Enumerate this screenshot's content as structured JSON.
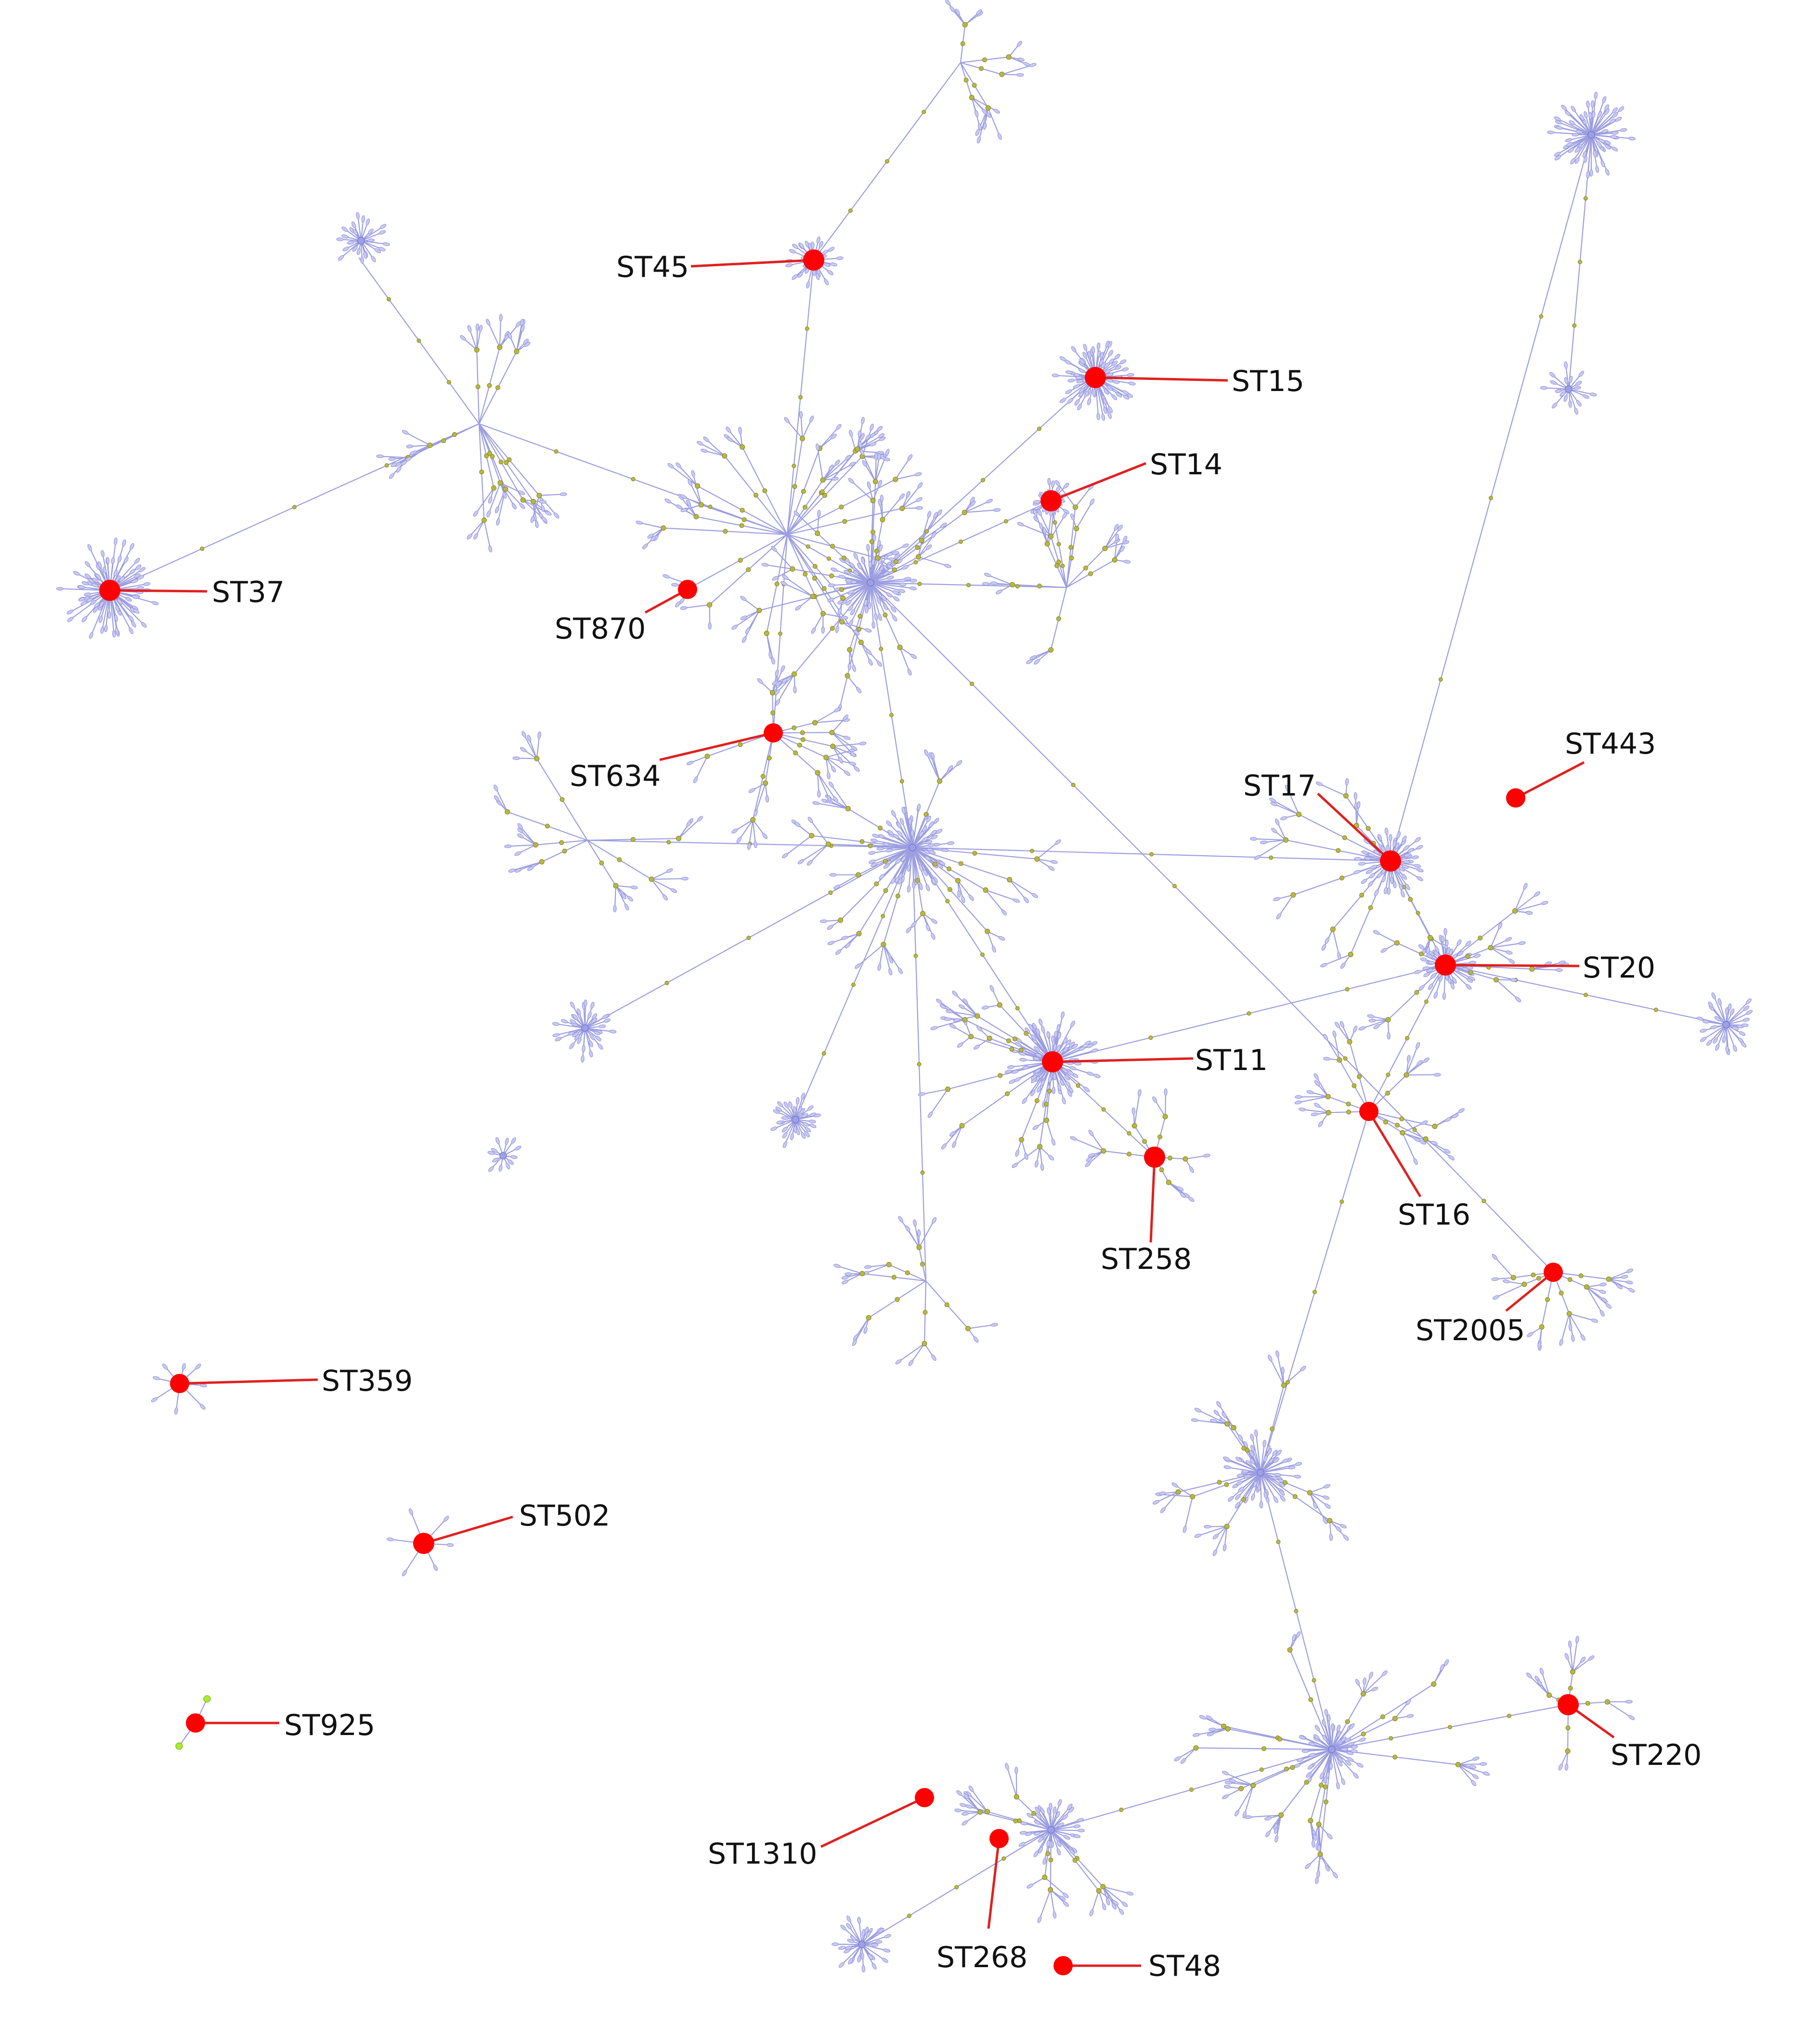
{
  "figure": {
    "background": "#ffffff",
    "colors": {
      "edge": "#9c9ee0",
      "leaf_node": "#c9c9f3",
      "link_node": "#b9b83e",
      "single_node": "#a8ee2a",
      "marker": "#ff0000",
      "callout_line": "#e02020"
    },
    "labels": {
      "st45": "ST45",
      "st15": "ST15",
      "st14": "ST14",
      "st37": "ST37",
      "st870": "ST870",
      "st634": "ST634",
      "st17": "ST17",
      "st443": "ST443",
      "st20": "ST20",
      "st11": "ST11",
      "st258": "ST258",
      "st16": "ST16",
      "st2005": "ST2005",
      "st359": "ST359",
      "st502": "ST502",
      "st925": "ST925",
      "st220": "ST220",
      "st1310": "ST1310",
      "st268": "ST268",
      "st48": "ST48"
    }
  }
}
